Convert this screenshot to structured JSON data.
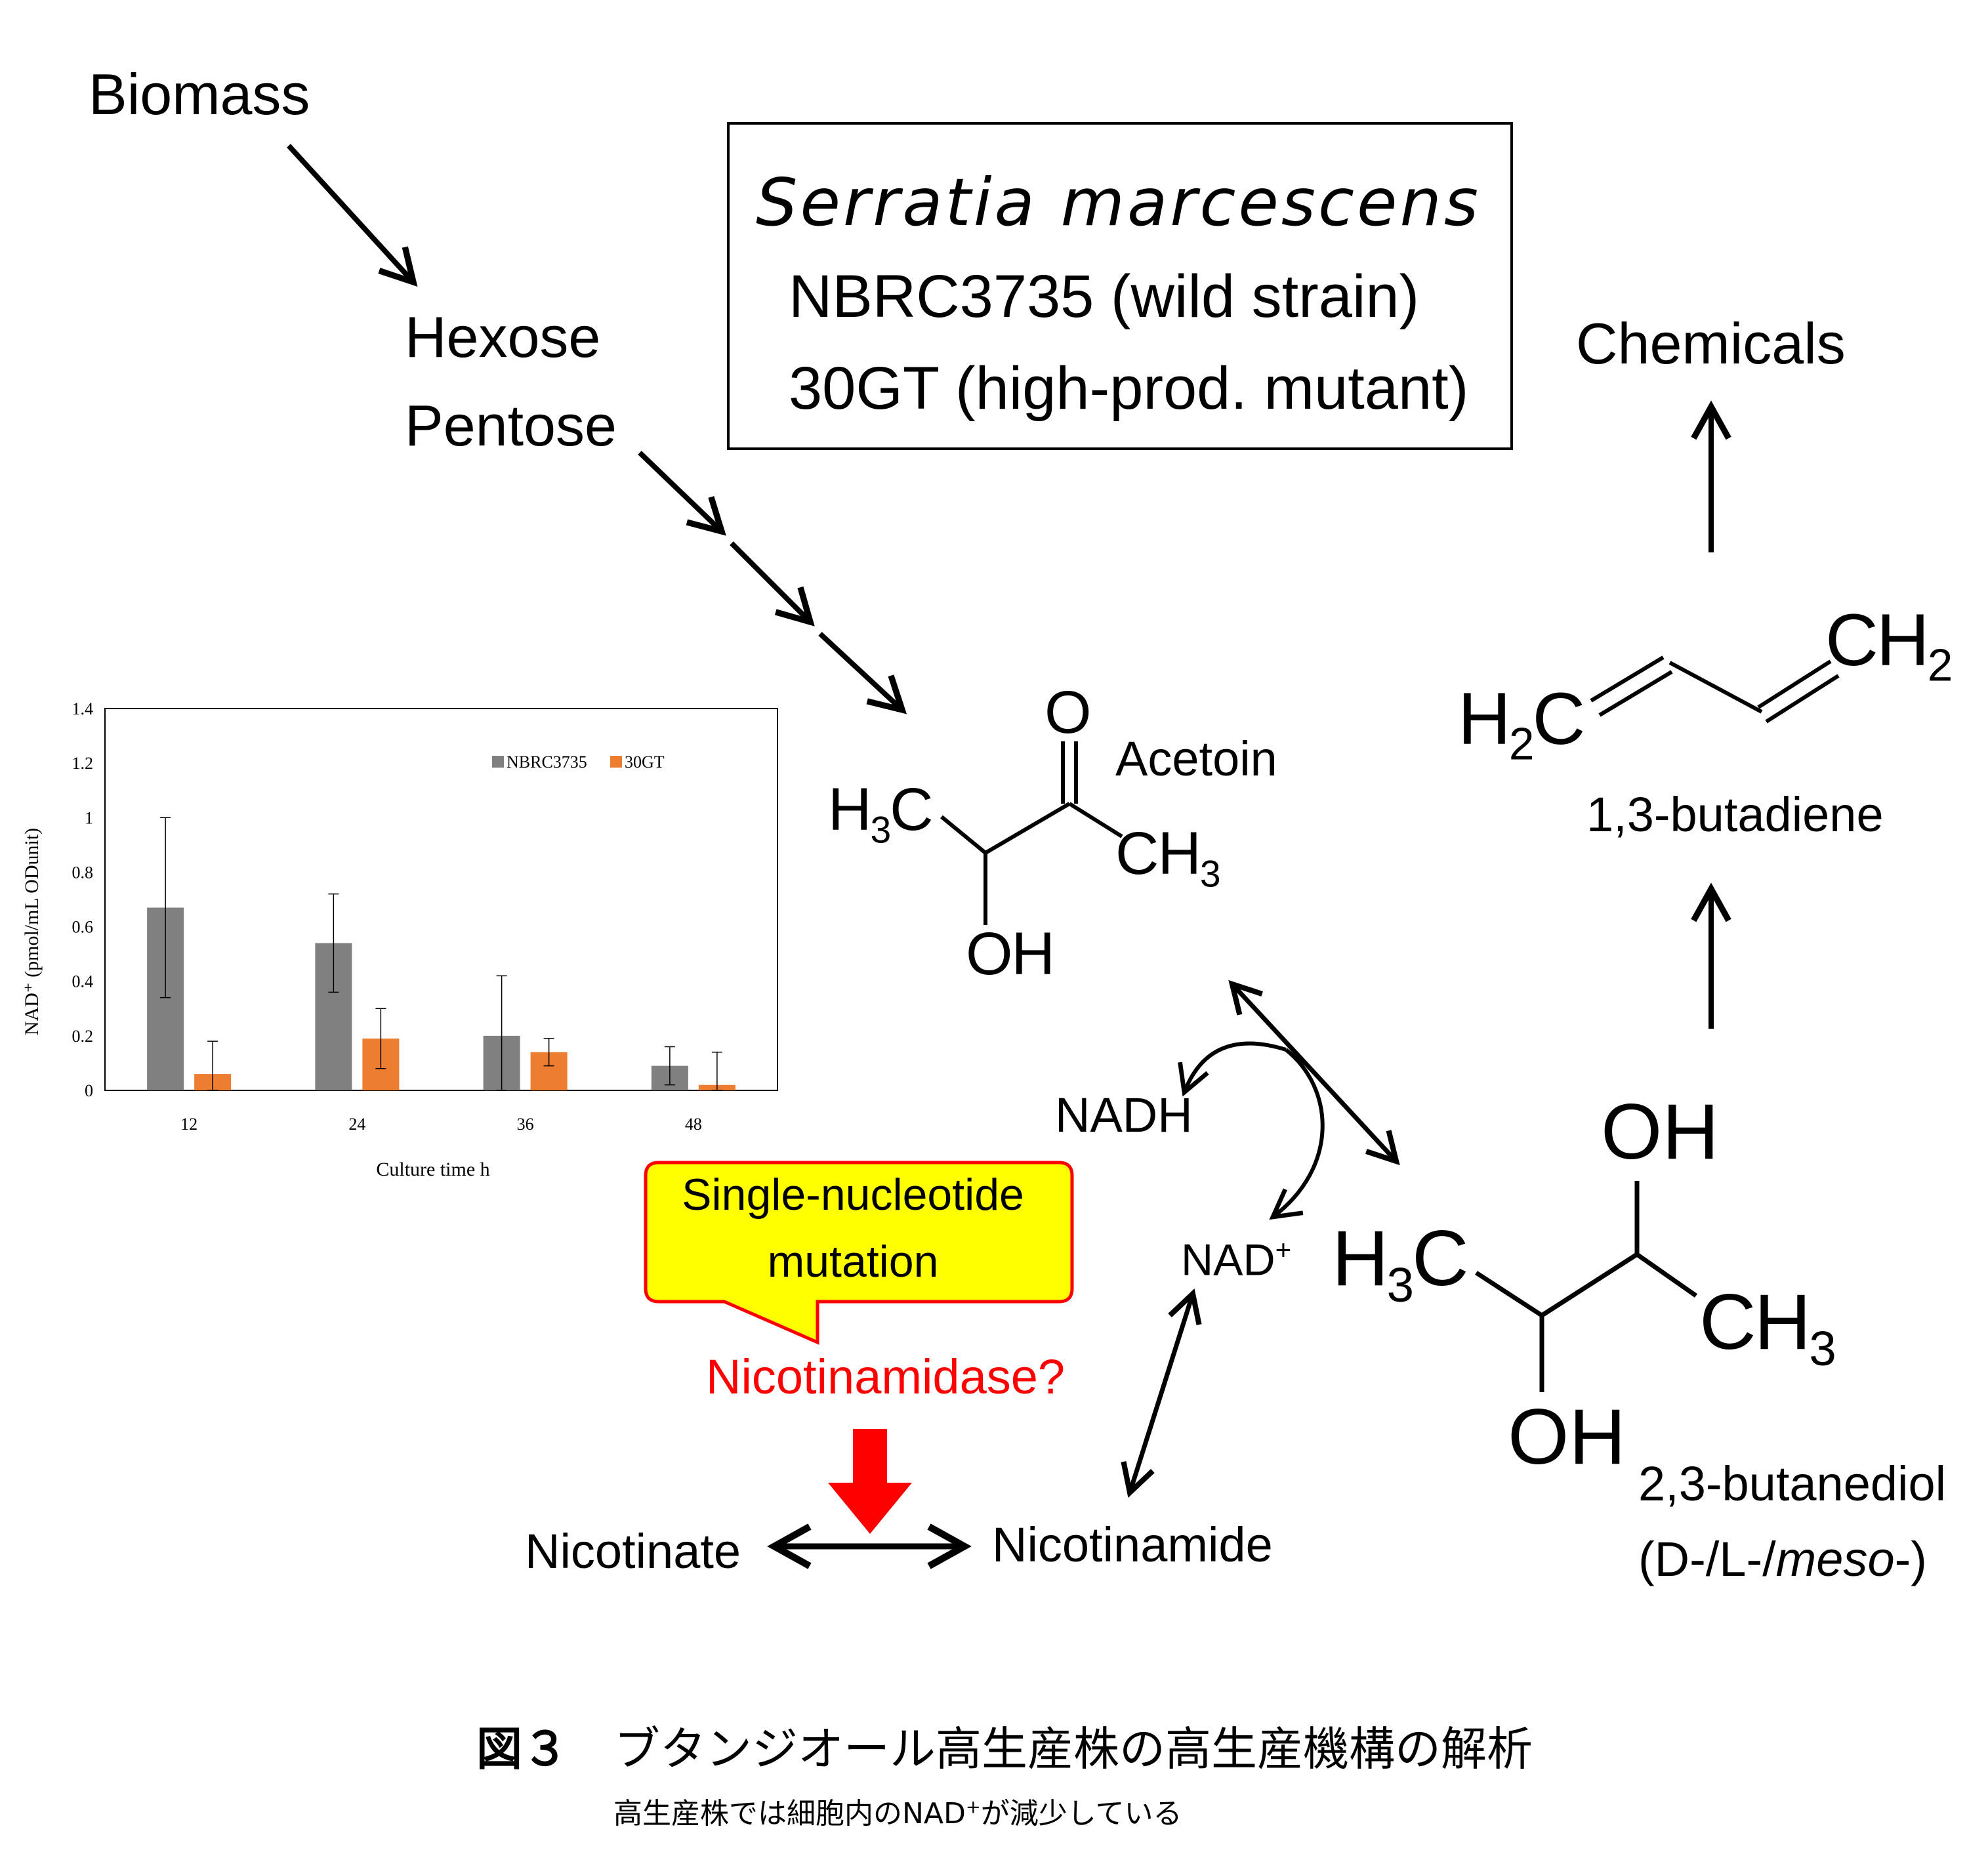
{
  "labels": {
    "biomass": "Biomass",
    "hexose": "Hexose",
    "pentose": "Pentose",
    "chemicals": "Chemicals",
    "acetoin": "Acetoin",
    "butadiene": "1,3-butadiene",
    "butanediol": "2,3-butanediol",
    "butanediol_isomers_prefix": "(D-/L-/",
    "butanediol_isomers_italic": "meso",
    "butanediol_isomers_suffix": "-)",
    "nadh": "NADH",
    "nad": "NAD",
    "nad_sup": "+",
    "nicotinate": "Nicotinate",
    "nicotinamide": "Nicotinamide",
    "nicotinamidase": "Nicotinamidase?"
  },
  "organism_box": {
    "species": "Serratia marcescens",
    "strain1": "NBRC3735 (wild strain)",
    "strain2": "30GT (high-prod. mutant)"
  },
  "callout": {
    "text": "Single-nucleotide mutation",
    "fill": "#ffff00",
    "border": "#ff0000"
  },
  "molecules": {
    "acetoin": {
      "h3c": "H",
      "h3c_sub": "3",
      "c": "C",
      "ch3": "CH",
      "ch3_sub": "3",
      "o": "O",
      "oh": "OH"
    },
    "butadiene": {
      "h2c": "H",
      "h2c_sub": "2",
      "c": "C",
      "ch2": "CH",
      "ch2_sub": "2"
    },
    "butanediol": {
      "h3c": "H",
      "h3c_sub": "3",
      "c": "C",
      "ch3": "CH",
      "ch3_sub": "3",
      "oh_top": "OH",
      "oh_bottom": "OH"
    }
  },
  "caption": {
    "figure_label": "図３",
    "title": "ブタンジオール高生産株の高生産機構の解析",
    "sub_prefix": "高生産株では細胞内のNAD",
    "sub_sup": "+",
    "sub_suffix": "が減少している"
  },
  "chart_data": {
    "type": "bar",
    "categories": [
      "12",
      "24",
      "36",
      "48"
    ],
    "series": [
      {
        "name": "NBRC3735",
        "color": "#808080",
        "values": [
          0.67,
          0.54,
          0.2,
          0.09
        ],
        "errors": [
          0.33,
          0.18,
          0.22,
          0.07
        ]
      },
      {
        "name": "30GT",
        "color": "#ed7d31",
        "values": [
          0.06,
          0.19,
          0.14,
          0.02
        ],
        "errors": [
          0.12,
          0.11,
          0.05,
          0.12
        ]
      }
    ],
    "xlabel": "Culture time h",
    "ylabel": "NAD⁺ (pmol/mL ODunit)",
    "ylim": [
      0,
      1.4
    ],
    "yticks": [
      "0",
      "0.2",
      "0.4",
      "0.6",
      "0.8",
      "1",
      "1.2",
      "1.4"
    ],
    "legend_position": "top-right",
    "grid": false
  },
  "colors": {
    "arrow": "#000000",
    "inhibit_arrow": "#ff0000"
  }
}
